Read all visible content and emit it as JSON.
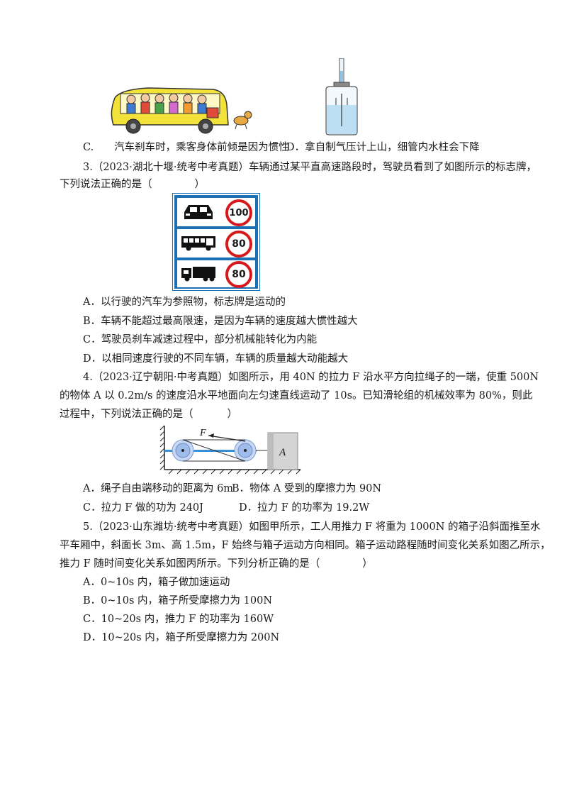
{
  "q2_options": {
    "c": "C.　　汽车刹车时，乘客身体前倾是因为惯性",
    "d": "D．拿自制气压计上山，细管内水柱会下降"
  },
  "q3": {
    "line1": "3.（2023·湖北十堰·统考中考真题）车辆通过某平直高速路段时，驾驶员看到了如图所示的标志牌，",
    "line2_pre": "下列说法正确的是（",
    "line2_post": "）",
    "sign": {
      "speeds": [
        "100",
        "80",
        "80"
      ],
      "bg_color": "#1b6fb4",
      "ring_color": "#d7191c"
    },
    "options": [
      "A．以行驶的汽车为参照物，标志牌是运动的",
      "B．车辆不能超过最高限速，是因为车辆的速度越大惯性越大",
      "C．驾驶员刹车减速过程中，部分机械能转化为内能",
      "D．以相同速度行驶的不同车辆，车辆的质量越大动能越大"
    ]
  },
  "q4": {
    "line1": "4.（2023·辽宁朝阳·中考真题）如图所示，用 40N 的拉力 F 沿水平方向拉绳子的一端，使重 500N",
    "line2": "的物体 A 以 0.2m/s 的速度沿水平地面向左匀速直线运动了 10s。已知滑轮组的机械效率为 80%，则此",
    "line3_pre": "过程中，下列说法正确的是（",
    "line3_post": "）",
    "figure": {
      "force_label": "F",
      "block_label": "A"
    },
    "options": {
      "a": "A．绳子自由端移动的距离为 6m",
      "b": "B．物体 A 受到的摩擦力为 90N",
      "c": "C．拉力 F 做的功为 240J",
      "d": "D．拉力 F 的功率为 19.2W"
    }
  },
  "q5": {
    "line1": "5.（2023·山东潍坊·统考中考真题）如图甲所示，工人用推力 F 将重为 1000N 的箱子沿斜面推至水",
    "line2": "平车厢中，斜面长 3m、高 1.5m，F 始终与箱子运动方向相同。箱子运动路程随时间变化关系如图乙所示，",
    "line3_pre": "推力 F 随时间变化关系如图丙所示。下列分析正确的是（",
    "line3_post": "）",
    "options": [
      "A．0~10s 内，箱子做加速运动",
      "B．0~10s 内，箱子所受摩擦力为 100N",
      "C．10~20s 内，推力 F 的功率为 160W",
      "D．10~20s 内，箱子所受摩擦力为 200N"
    ]
  }
}
